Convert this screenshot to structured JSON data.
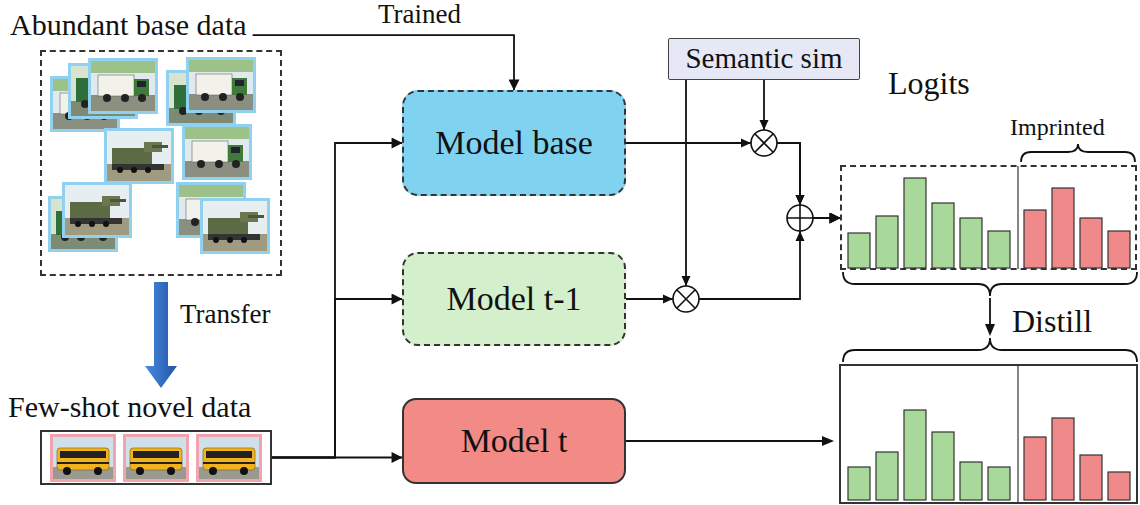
{
  "diagram": {
    "nodes": [
      {
        "text": [
          "Abundant base data"
        ]
      },
      {
        "text": [
          "Few-shot novel data"
        ]
      },
      {
        "text": [
          "Semantic sim"
        ]
      },
      {
        "text": [
          "Model base"
        ]
      },
      {
        "text": [
          "Model t-1"
        ]
      },
      {
        "text": [
          "Model t"
        ]
      },
      {
        "text": [
          "Logits"
        ]
      }
    ],
    "edges": [
      {
        "from": 0,
        "to": 3,
        "arrow": "to",
        "label": "Trained"
      },
      {
        "from": 0,
        "to": 1,
        "arrow": "to",
        "label": "Transfer"
      },
      {
        "from": 1,
        "to": 3,
        "arrow": "to"
      },
      {
        "from": 1,
        "to": 4,
        "arrow": "to"
      },
      {
        "from": 1,
        "to": 5,
        "arrow": "to"
      },
      {
        "from": 3,
        "to": 6,
        "arrow": "to"
      },
      {
        "from": 4,
        "to": 6,
        "arrow": "to"
      },
      {
        "from": 2,
        "to": 6,
        "arrow": "to"
      }
    ],
    "labels": [
      "Imprinted",
      "Distill"
    ]
  }
}
